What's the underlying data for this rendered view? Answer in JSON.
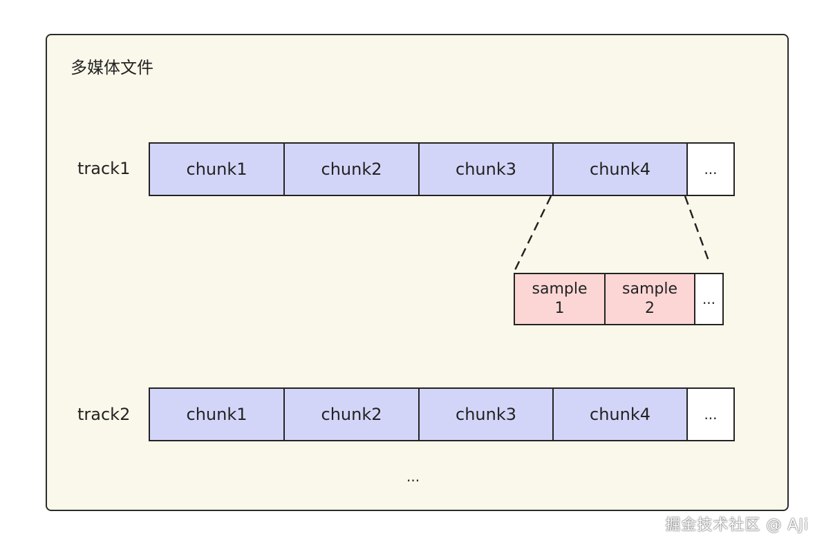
{
  "title": "多媒体文件",
  "tracks": [
    {
      "label": "track1",
      "chunks": [
        "chunk1",
        "chunk2",
        "chunk3",
        "chunk4"
      ],
      "more": "..."
    },
    {
      "label": "track2",
      "chunks": [
        "chunk1",
        "chunk2",
        "chunk3",
        "chunk4"
      ],
      "more": "..."
    }
  ],
  "samples": {
    "items": [
      "sample\n1",
      "sample\n2"
    ],
    "more": "..."
  },
  "bottom_ellipsis": "...",
  "watermark": "掘金技术社区 @ AJi",
  "colors": {
    "container_bg": "#faf8ea",
    "chunk_bg": "#d3d5f8",
    "sample_bg": "#fbd6d5",
    "border": "#222222"
  }
}
